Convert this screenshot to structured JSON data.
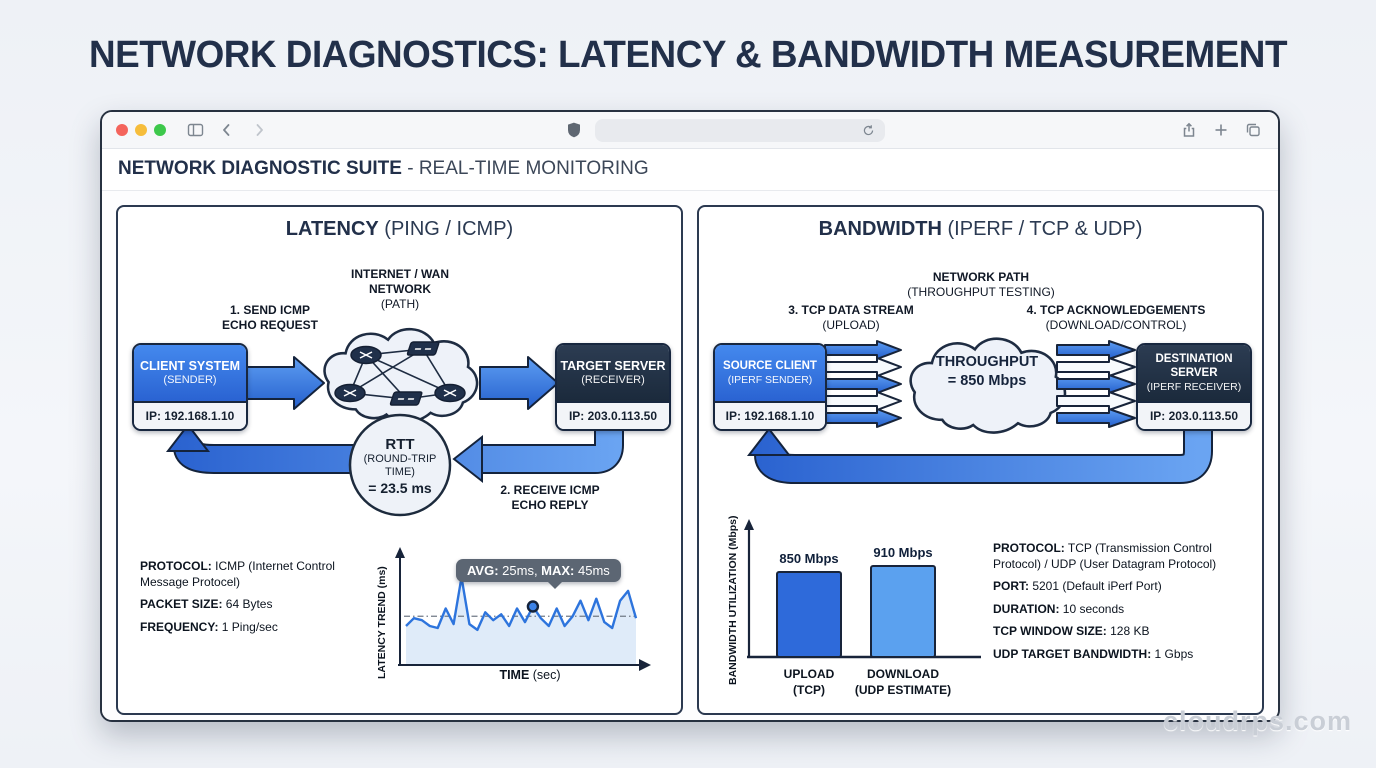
{
  "page": {
    "title": "NETWORK DIAGNOSTICS: LATENCY & BANDWIDTH MEASUREMENT",
    "watermark": "cloudrps.com"
  },
  "browser": {
    "header": {
      "bold": "NETWORK DIAGNOSTIC SUITE",
      "rest": " - REAL-TIME MONITORING"
    },
    "address_value": "",
    "icons": [
      "traffic-lights",
      "sidebar-icon",
      "back-icon",
      "forward-icon",
      "shield-icon",
      "reload-icon",
      "share-icon",
      "new-tab-icon",
      "tabs-icon"
    ]
  },
  "latency": {
    "title_bold": "LATENCY",
    "title_rest": " (PING / ICMP)",
    "cloud_label": "INTERNET / WAN NETWORK",
    "cloud_sub": "(PATH)",
    "step1": "1. SEND ICMP ECHO REQUEST",
    "step2": "2. RECEIVE ICMP ECHO REPLY",
    "client": {
      "name": "CLIENT SYSTEM",
      "role": "(SENDER)",
      "ip": "IP: 192.168.1.10"
    },
    "server": {
      "name": "TARGET SERVER",
      "role": "(RECEIVER)",
      "ip": "IP: 203.0.113.50"
    },
    "rtt": {
      "title": "RTT",
      "sub": "(ROUND-TRIP TIME)",
      "value": "= 23.5 ms"
    },
    "details": [
      {
        "label": "PROTOCOL:",
        "value": " ICMP (Internet Control Message Protocel)"
      },
      {
        "label": "PACKET SIZE:",
        "value": " 64 Bytes"
      },
      {
        "label": "FREQUENCY:",
        "value": " 1 Ping/sec"
      }
    ],
    "chart": {
      "ylabel": "LATENCY TREND (ms)",
      "xlabel_bold": "TIME",
      "xlabel_rest": " (sec)",
      "tooltip": {
        "avg_label": "AVG:",
        "avg_value": " 25ms, ",
        "max_label": "MAX:",
        "max_value": " 45ms"
      }
    }
  },
  "bandwidth": {
    "title_bold": "BANDWIDTH",
    "title_rest": " (IPERF / TCP & UDP)",
    "cloud_label": "NETWORK PATH",
    "cloud_sub": "(THROUGHPUT TESTING)",
    "step3_bold": "3. TCP DATA STREAM",
    "step3_sub": "(UPLOAD)",
    "step4_bold": "4. TCP ACKNOWLEDGEMENTS",
    "step4_sub": "(DOWNLOAD/CONTROL)",
    "source": {
      "name": "SOURCE CLIENT",
      "role": "(IPERF SENDER)",
      "ip": "IP: 192.168.1.10"
    },
    "dest": {
      "name": "DESTINATION SERVER",
      "role": "(IPERF RECEIVER)",
      "ip": "IP: 203.0.113.50"
    },
    "throughput": {
      "line1": "THROUGHPUT",
      "line2": "= 850 Mbps"
    },
    "chart": {
      "ylabel": "BANDWIDTH UTILIZATION (Mbps)",
      "bars": [
        {
          "label1": "UPLOAD",
          "label2": "(TCP)"
        },
        {
          "label1": "DOWNLOAD",
          "label2": "(UDP ESTIMATE)"
        }
      ]
    },
    "details": [
      {
        "label": "PROTOCOL:",
        "value": " TCP (Transmission Control Protocol) / UDP (User Datagram Protocol)"
      },
      {
        "label": "PORT:",
        "value": " 5201 (Default iPerf Port)"
      },
      {
        "label": "DURATION:",
        "value": " 10 seconds"
      },
      {
        "label": "TCP WINDOW SIZE:",
        "value": " 128 KB"
      },
      {
        "label": "UDP TARGET BANDWIDTH:",
        "value": " 1 Gbps"
      }
    ]
  },
  "chart_data": [
    {
      "type": "line",
      "title": "Latency Trend",
      "xlabel": "TIME (sec)",
      "ylabel": "LATENCY TREND (ms)",
      "unit": "ms",
      "avg_ms": 25,
      "max_ms": 45,
      "annotation": "AVG: 25ms, MAX: 45ms",
      "marker_index": 16,
      "ylim": [
        0,
        50
      ],
      "grid": false,
      "values": [
        20,
        24,
        23,
        20,
        19,
        29,
        21,
        45,
        21,
        18,
        27,
        23,
        26,
        20,
        29,
        22,
        30,
        24,
        20,
        29,
        20,
        25,
        33,
        23,
        34,
        22,
        19,
        33,
        38,
        24
      ]
    },
    {
      "type": "bar",
      "title": "Bandwidth Utilization",
      "ylabel": "BANDWIDTH UTILIZATION (Mbps)",
      "categories": [
        "UPLOAD (TCP)",
        "DOWNLOAD (UDP ESTIMATE)"
      ],
      "values": [
        850,
        910
      ],
      "value_labels": [
        "850 Mbps",
        "910 Mbps"
      ],
      "unit": "Mbps",
      "ylim": [
        0,
        1000
      ],
      "legend": false,
      "colors": [
        "#2e6ada",
        "#5ba1ef"
      ]
    }
  ]
}
